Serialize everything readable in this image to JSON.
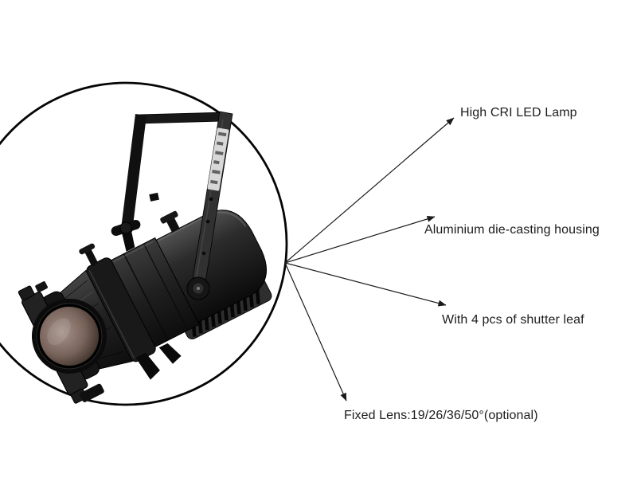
{
  "page": {
    "background": "#ffffff"
  },
  "figure": {
    "subject": "led-profile-spotlight",
    "circle_color": "#050505",
    "arrow_color": "#1a1a1a",
    "text_color": "#1d1d1d"
  },
  "annotations": [
    {
      "label": "High CRI LED Lamp"
    },
    {
      "label": "Aluminium die-casting housing"
    },
    {
      "label": "With 4 pcs of shutter leaf"
    },
    {
      "label": "Fixed Lens:19/26/36/50°(optional)"
    }
  ]
}
